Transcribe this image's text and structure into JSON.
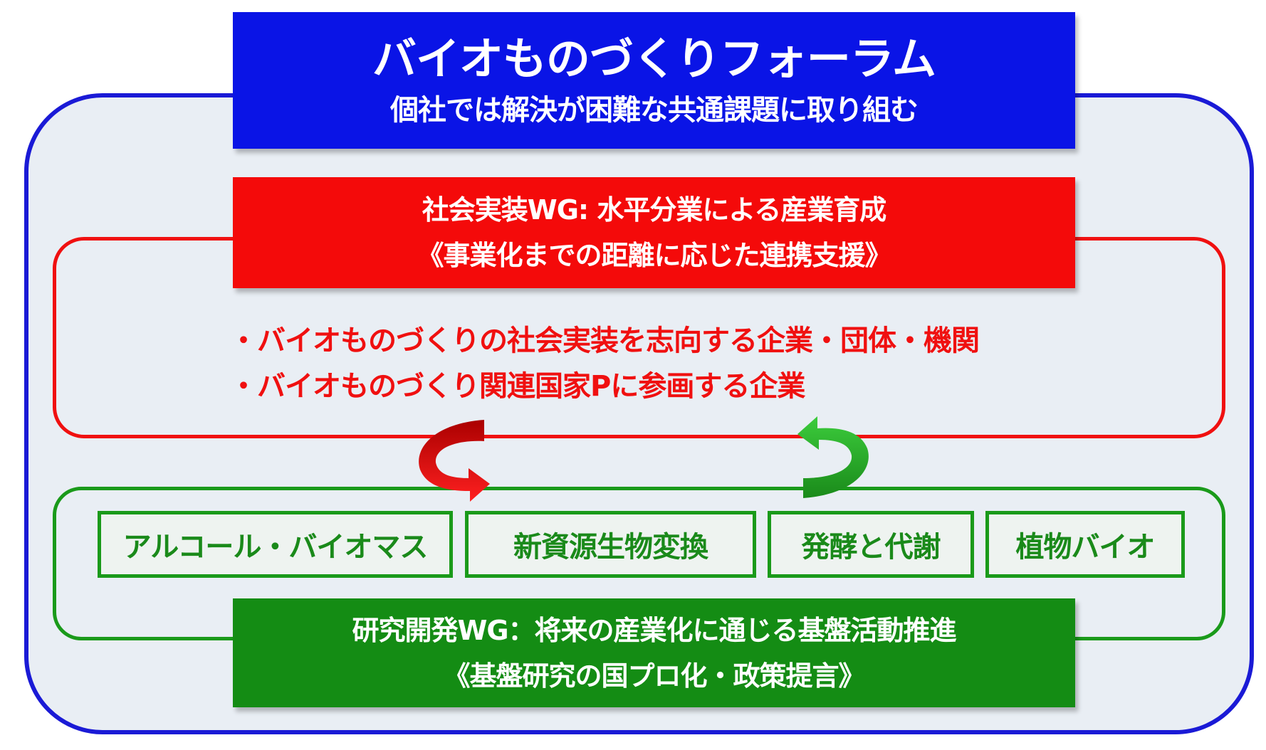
{
  "forum": {
    "title": "バイオものづくりフォーラム",
    "subtitle": "個社では解決が困難な共通課題に取り組む"
  },
  "social_wg": {
    "line1": "社会実装WG: 水平分業による産業育成",
    "line2": "《事業化までの距離に応じた連携支援》",
    "bullets": [
      "・バイオものづくりの社会実装を志向する企業・団体・機関",
      "・バイオものづくり関連国家Pに参画する企業"
    ]
  },
  "research_wg": {
    "line1": "研究開発WG：将来の産業化に通じる基盤活動推進",
    "line2": "《基盤研究の国プロ化・政策提言》",
    "groups": [
      "アルコール・バイオマス",
      "新資源生物変換",
      "発酵と代謝",
      "植物バイオ"
    ]
  },
  "colors": {
    "blue": "#0a14e6",
    "red": "#f40a0a",
    "green": "#148c14"
  }
}
